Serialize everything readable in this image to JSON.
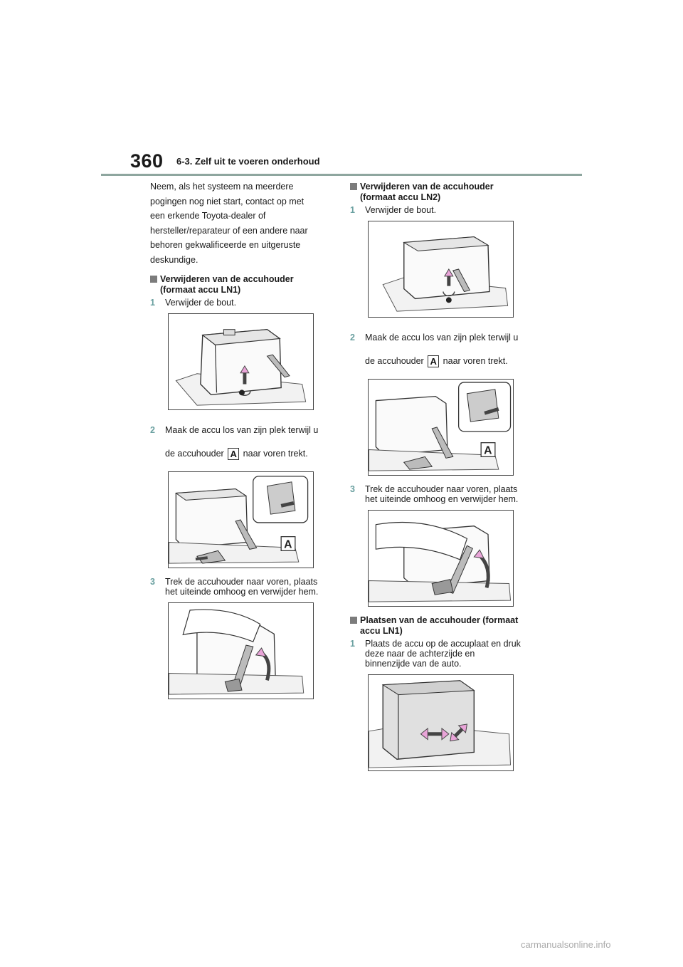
{
  "header": {
    "page_number": "360",
    "section": "6-3. Zelf uit te voeren onderhoud"
  },
  "left": {
    "intro": "Neem, als het systeem na meerdere pogingen nog niet start, contact op met een erkende Toyota-dealer of hersteller/reparateur of een andere naar behoren gekwalificeerde en uitgeruste deskundige.",
    "heading": "Verwijderen van de accuhouder (formaat accu LN1)",
    "steps": [
      {
        "num": "1",
        "text": "Verwijder de bout."
      },
      {
        "num": "2",
        "text_before": "Maak de accu los van zijn plek terwijl u de accuhouder",
        "text_after": "naar voren trekt."
      },
      {
        "num": "3",
        "text": "Trek de accuhouder naar voren, plaats het uiteinde omhoog en verwijder hem."
      }
    ]
  },
  "right": {
    "heading1": "Verwijderen van de accuhouder (formaat accu LN2)",
    "steps1": [
      {
        "num": "1",
        "text": "Verwijder de bout."
      },
      {
        "num": "2",
        "text_before": "Maak de accu los van zijn plek terwijl u de accuhouder",
        "text_after": "naar voren trekt."
      },
      {
        "num": "3",
        "text": "Trek de accuhouder naar voren, plaats het uiteinde omhoog en verwijder hem."
      }
    ],
    "heading2": "Plaatsen van de accuhouder (formaat accu LN1)",
    "steps2": [
      {
        "num": "1",
        "text": "Plaats de accu op de accuplaat en druk deze naar de achterzijde en binnenzijde van de auto."
      }
    ]
  },
  "marker_label": "A",
  "watermark": "carmanualsonline.info",
  "colors": {
    "rule": "#8ea69f",
    "step_number": "#6aa0a0",
    "arrow": "#e9a4d8",
    "heading_square": "#7c7c7c"
  },
  "icons": {
    "heading": "gray-square-bullet",
    "figures": "battery-illustration"
  }
}
